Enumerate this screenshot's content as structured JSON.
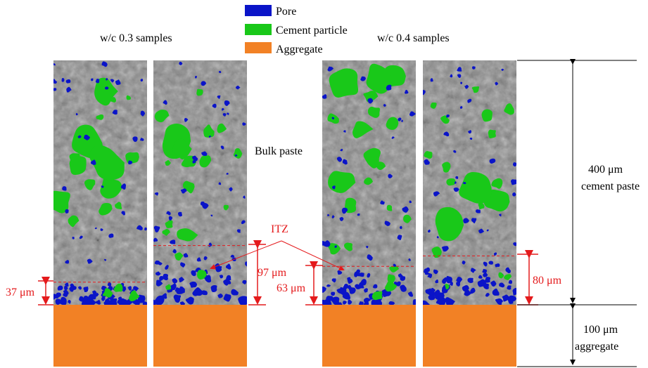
{
  "legend": [
    {
      "label": "Pore",
      "color": "#0a14c8"
    },
    {
      "label": "Cement particle",
      "color": "#19c819"
    },
    {
      "label": "Aggregate",
      "color": "#f28125"
    }
  ],
  "groups": [
    {
      "label": "w/c 0.3 samples"
    },
    {
      "label": "w/c 0.4 samples"
    }
  ],
  "annotations": {
    "bulk_paste": "Bulk paste",
    "itz": "ITZ",
    "itz_color": "#e41a1c"
  },
  "measurements": {
    "m37": "37 μm",
    "m97": "97 μm",
    "m63": "63 μm",
    "m80": "80 μm"
  },
  "dimensions": {
    "paste_line1": "400 μm",
    "paste_line2": "cement paste",
    "agg_line1": "100 μm",
    "agg_line2": "aggregate"
  },
  "samples": [
    {
      "itz_fraction": 0.0925
    },
    {
      "itz_fraction": 0.2425
    },
    {
      "itz_fraction": 0.1575
    },
    {
      "itz_fraction": 0.2
    }
  ],
  "colors": {
    "pore": "#0a14c8",
    "cement": "#19c819",
    "aggregate": "#f28125",
    "matrix": "#8a8a8a"
  }
}
